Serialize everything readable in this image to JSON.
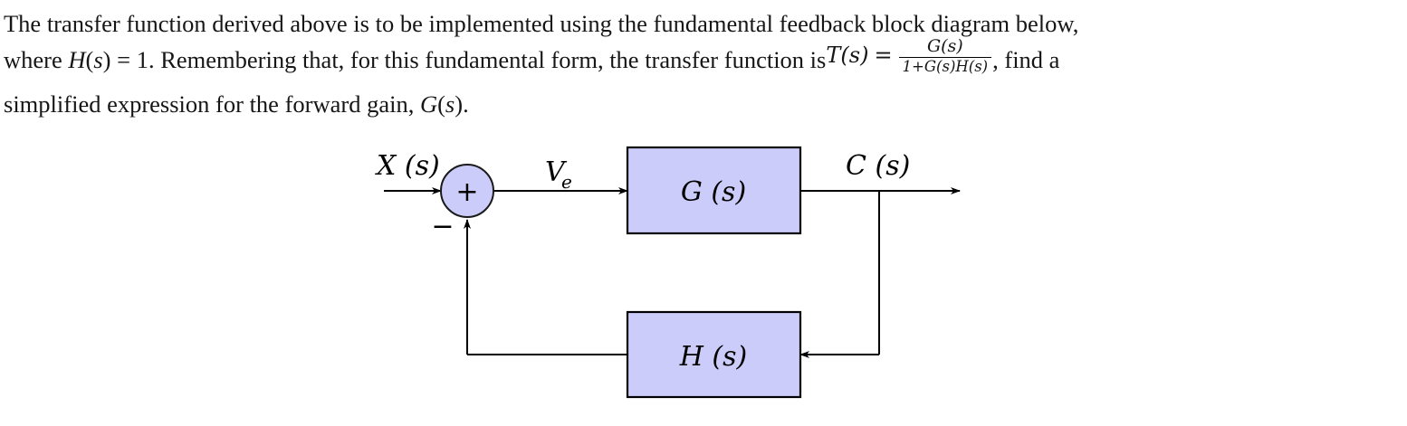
{
  "document": {
    "prose": {
      "line1": "The transfer function derived above is to be implemented using the fundamental feedback block diagram below,",
      "line2_a": "where ",
      "line2_b": "H",
      "line2_c": "(",
      "line2_d": "s",
      "line2_e": ") = 1. Remembering that, for this fundamental form, the transfer function is",
      "line3_a": "simplified expression for the forward gain, ",
      "line3_b": "G",
      "line3_c": "(",
      "line3_d": "s",
      "line3_e": ")."
    },
    "formula": {
      "lhs": "T(s)",
      "equals": "=",
      "numerator": "G(s)",
      "denominator": "1+G(s)H(s)",
      "trailing": ", find a"
    }
  },
  "diagram": {
    "type": "feedback-block-diagram",
    "colors": {
      "block_fill": "#CCCCFA",
      "block_stroke": "#000000",
      "line": "#000000"
    },
    "summing_junction": {
      "plus_sign": "+",
      "minus_sign": "−"
    },
    "signals": {
      "input": "X (s)",
      "error_main": "V",
      "error_sub": "e",
      "output": "C (s)"
    },
    "blocks": {
      "forward": "G (s)",
      "feedback": "H (s)"
    }
  }
}
